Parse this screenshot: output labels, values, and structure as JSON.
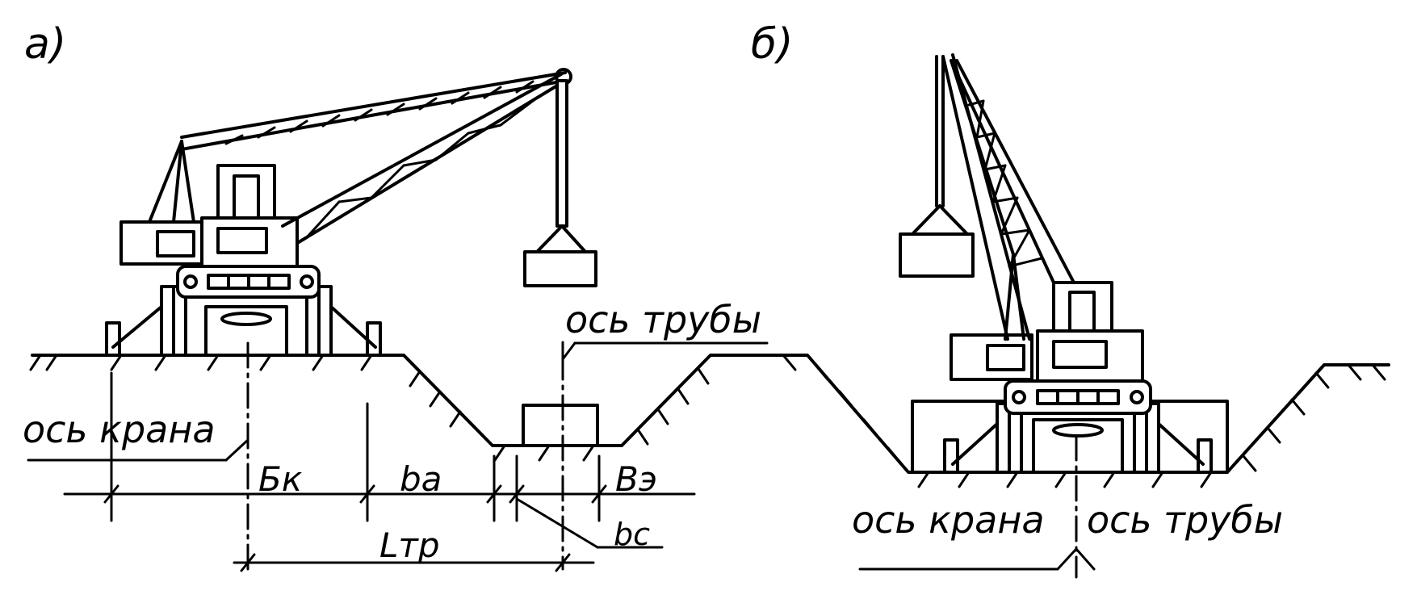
{
  "panels": {
    "a": {
      "tag": "а)",
      "crane_axis": "ось крана",
      "pipe_axis": "ось трубы",
      "dims": {
        "bk": "Бк",
        "ba": "bа",
        "be": "Вэ",
        "bc": "bс",
        "ltr": "Lтр"
      }
    },
    "b": {
      "tag": "б)",
      "crane_axis": "ось крана",
      "pipe_axis": "ось трубы"
    }
  },
  "colors": {
    "ink": "#000000",
    "paper": "#ffffff"
  }
}
